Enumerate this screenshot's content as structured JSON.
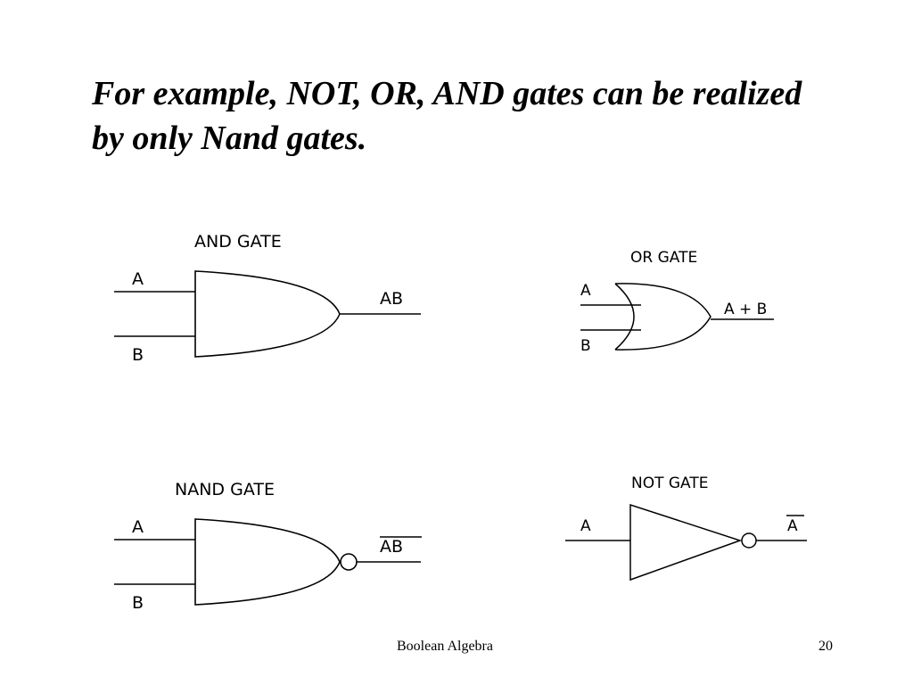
{
  "slide": {
    "heading_line1": "For example, NOT, OR, AND gates can be realized",
    "heading_line2": "by only Nand gates.",
    "footer_title": "Boolean Algebra",
    "page_number": "20"
  },
  "gates": {
    "and": {
      "title": "AND GATE",
      "input_a": "A",
      "input_b": "B",
      "output": "AB"
    },
    "or": {
      "title": "OR GATE",
      "input_a": "A",
      "input_b": "B",
      "output": "A + B"
    },
    "nand": {
      "title": "NAND GATE",
      "input_a": "A",
      "input_b": "B",
      "output": "AB"
    },
    "not": {
      "title": "NOT GATE",
      "input_a": "A",
      "output": "A"
    }
  },
  "colors": {
    "background": "#ffffff",
    "ink": "#000000"
  }
}
